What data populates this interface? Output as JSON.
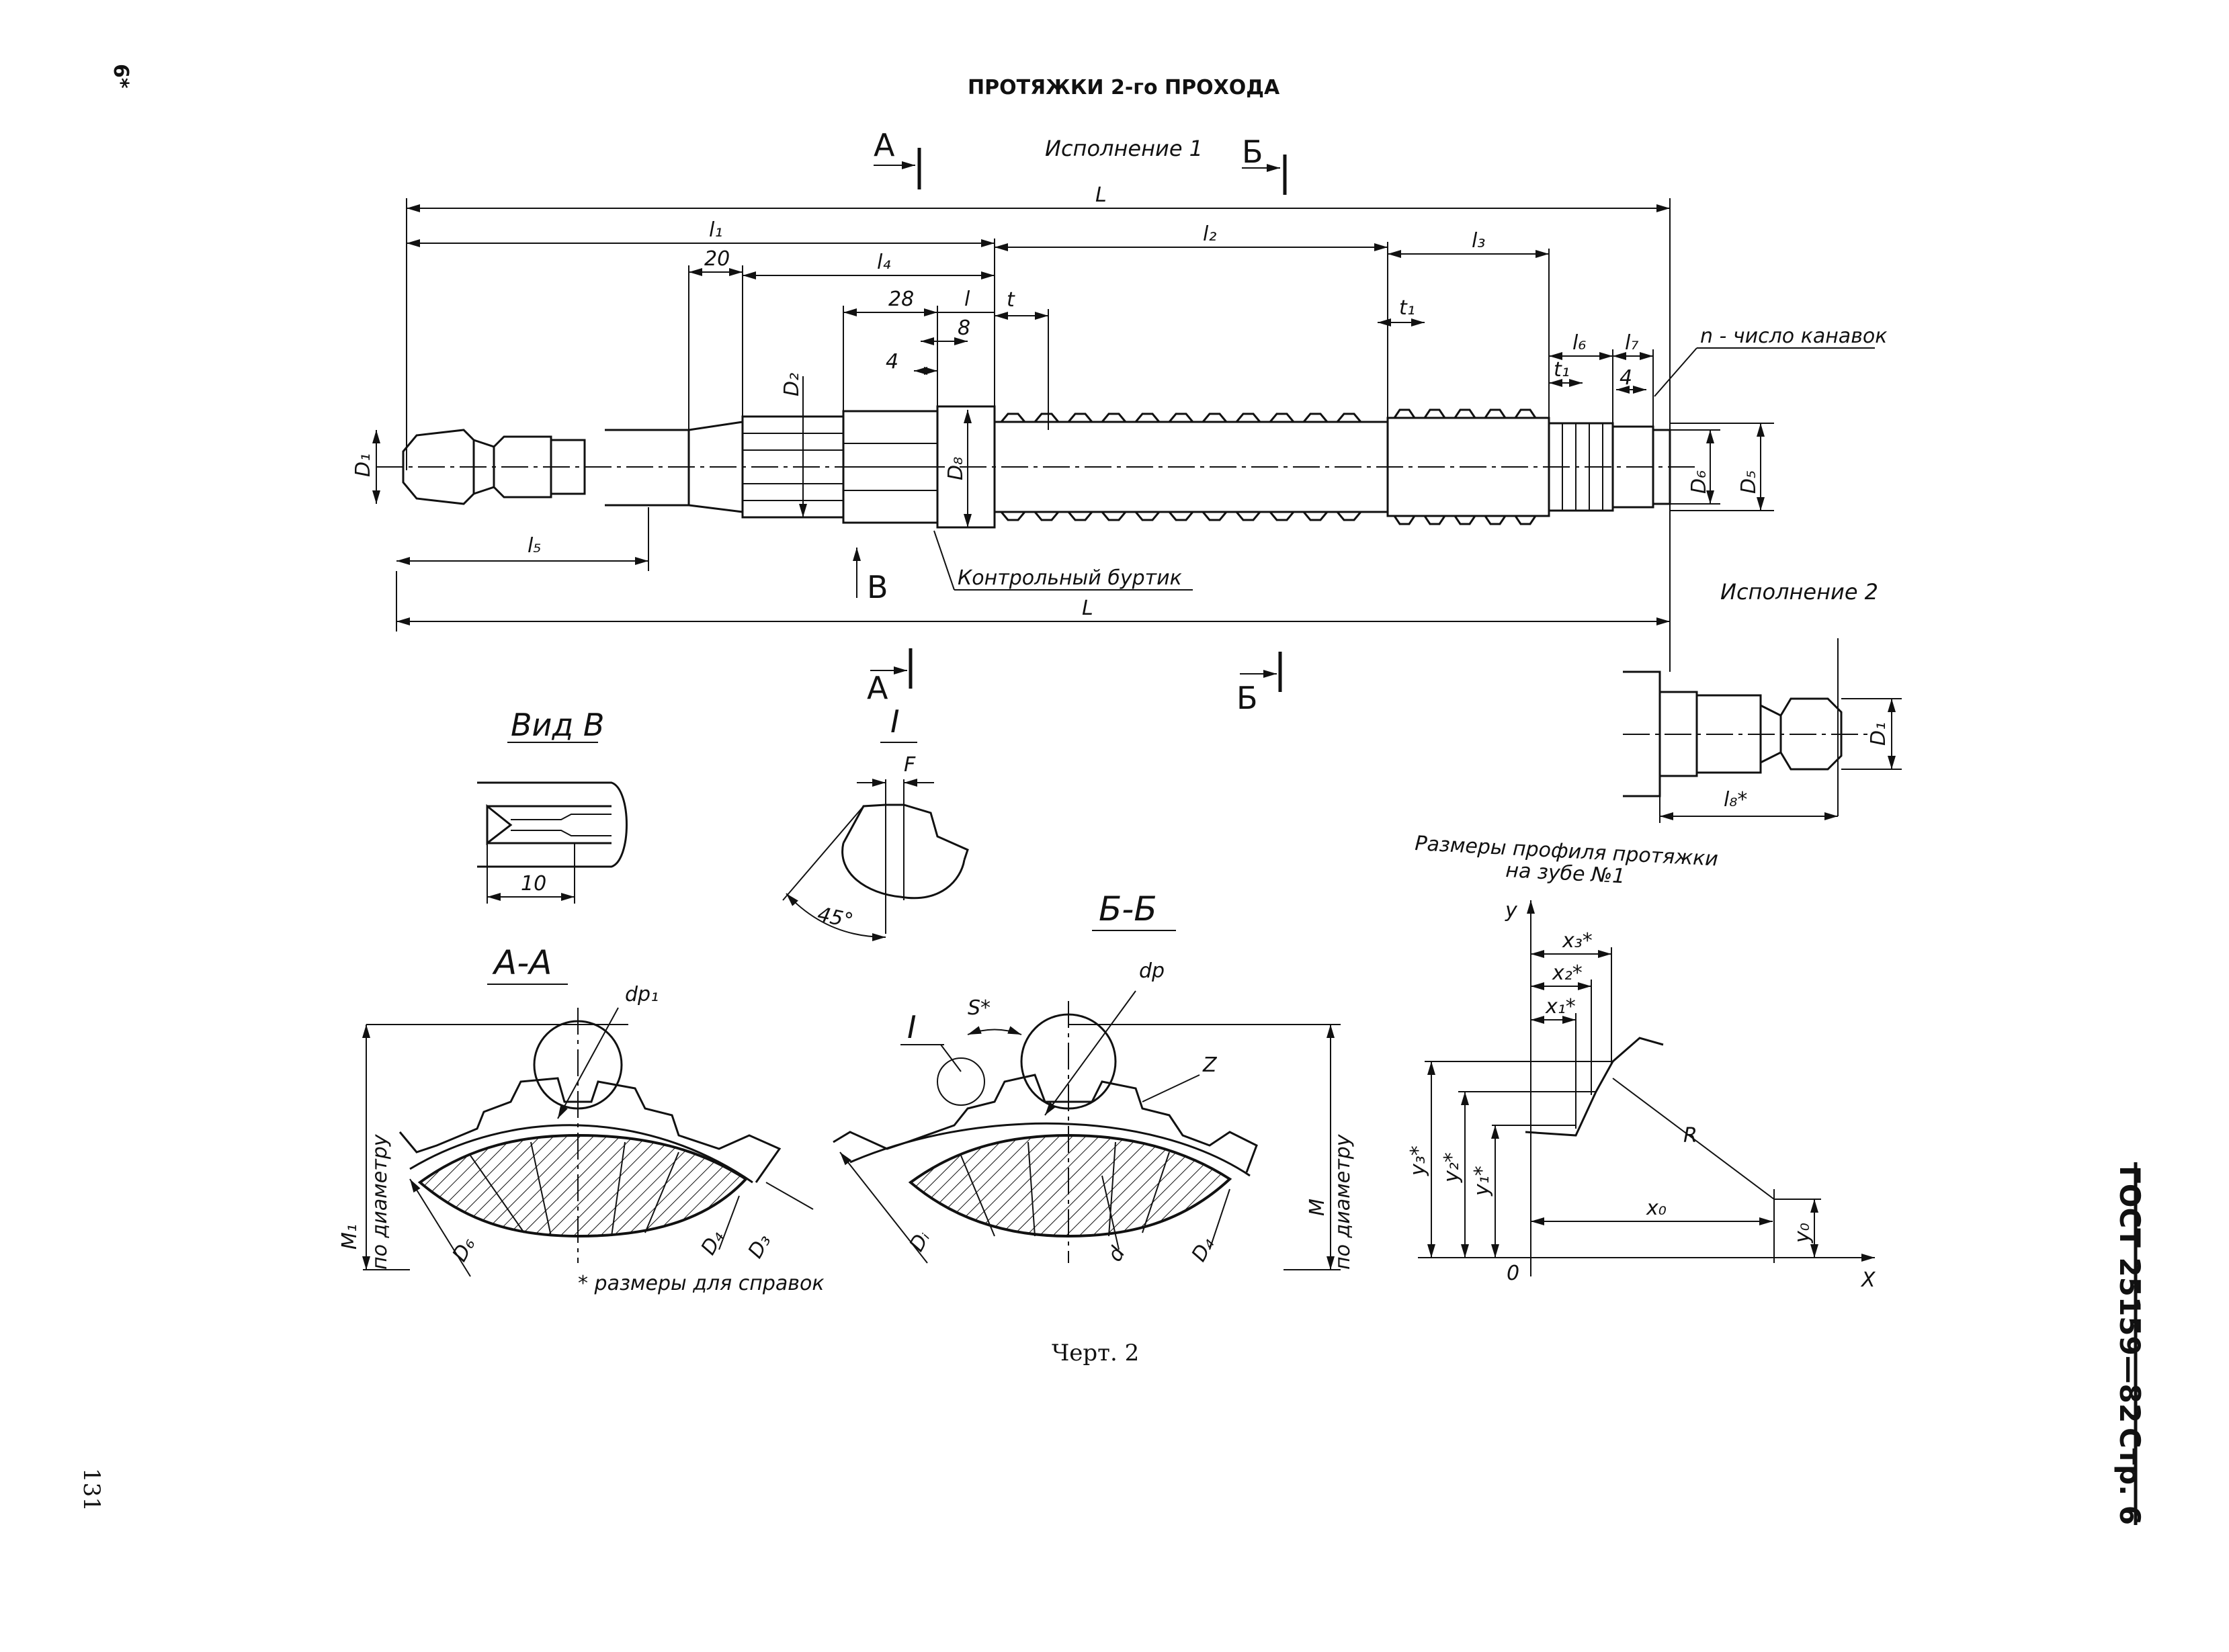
{
  "header": {
    "page_mark": "6*",
    "title": "ПРОТЯЖКИ 2-го ПРОХОДА",
    "page_number": "131",
    "standard": "ГОСТ 25159—82",
    "sheet": "Стр. 6"
  },
  "main_view": {
    "variant_1": "Исполнение 1",
    "variant_2": "Исполнение 2",
    "section_a": "А",
    "section_b": "Б",
    "view_b": "В",
    "dims": {
      "L": "L",
      "l1": "l₁",
      "l2": "l₂",
      "l3": "l₃",
      "l4": "l₄",
      "l5": "l₅",
      "l6": "l₆",
      "l7": "l₇",
      "l8": "l₈*",
      "l": "l",
      "t": "t",
      "t1": "t₁",
      "d20": "20",
      "d28": "28",
      "d8": "8",
      "d4": "4",
      "D1": "D₁",
      "D2": "D₂",
      "D5": "D₅",
      "D6": "D₆",
      "D8": "D₈"
    },
    "grooves_note": "n - число канавок",
    "control_collar": "Контрольный буртик"
  },
  "view_v": {
    "title": "Вид В",
    "dim": "10"
  },
  "detail_1": {
    "title": "I",
    "F": "F",
    "angle": "45°"
  },
  "section_aa": {
    "title": "А-А",
    "dp1": "dp₁",
    "M1": "M₁",
    "note_diam": "по диаметру",
    "D6": "D₆",
    "D4": "D₄",
    "D3": "D₃"
  },
  "section_bb": {
    "title": "Б-Б",
    "dp": "dp",
    "S": "S*",
    "I": "I",
    "Z": "Z",
    "M": "M",
    "note_diam": "по диаметру",
    "Di": "Dᵢ",
    "d": "d",
    "D4": "D₄"
  },
  "profile": {
    "title_line1": "Размеры профиля протяжки",
    "title_line2": "на зубе №1",
    "y": "y",
    "x": "X",
    "origin": "0",
    "x1": "x₁*",
    "x2": "x₂*",
    "x3": "x₃*",
    "y1": "y₁*",
    "y2": "y₂*",
    "y3": "y₃*",
    "x0": "x₀",
    "y0": "y₀",
    "R": "R"
  },
  "footnote": "* размеры для справок",
  "caption": "Черт. 2"
}
